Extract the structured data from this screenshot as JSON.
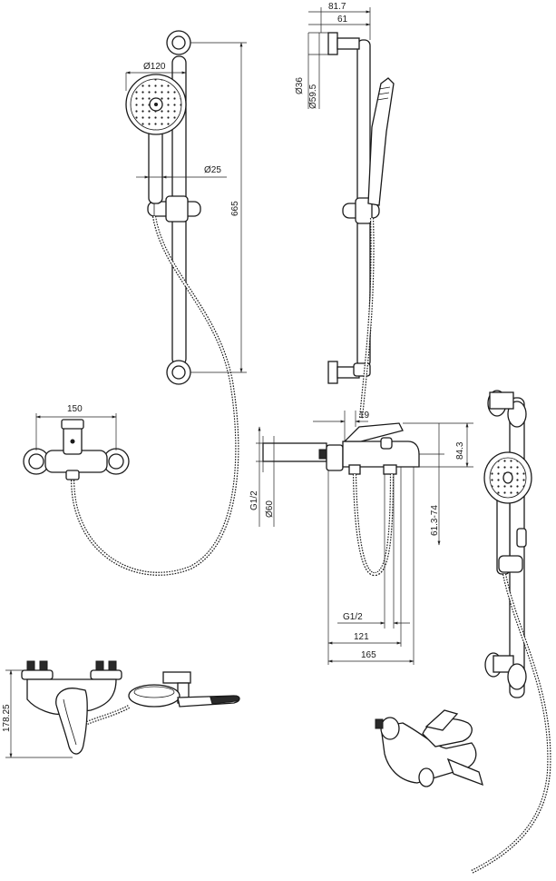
{
  "dimensions": {
    "front_view": {
      "head_diameter": "Ø120",
      "hose_diameter": "Ø25",
      "rail_height": "665",
      "mixer_width": "150"
    },
    "side_view": {
      "depth_total": "81.7",
      "depth_rail": "61",
      "bracket_small": "Ø36",
      "bracket_large": "Ø59.5"
    },
    "mixer_side_view": {
      "spout_offset": "19",
      "height": "84.3",
      "thread_left": "G1/2",
      "flange": "Ø60",
      "adjust_range": "61.3-74",
      "thread_bottom": "G1/2",
      "length_mid": "121",
      "length_total": "165"
    },
    "plan_view": {
      "height": "178.25"
    }
  }
}
